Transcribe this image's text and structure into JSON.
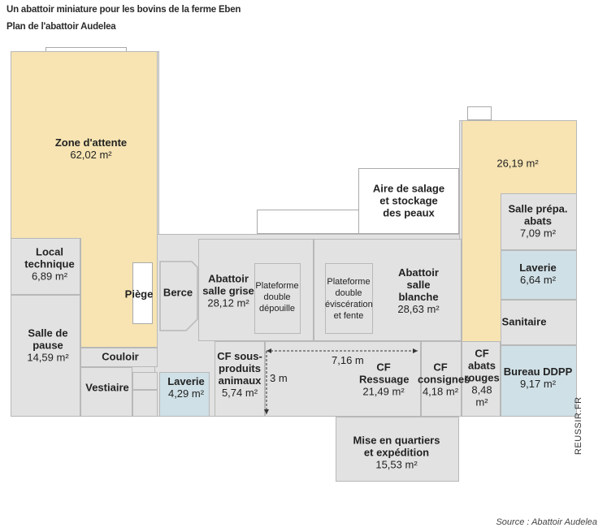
{
  "header": {
    "title": "Un abattoir miniature pour les bovins de la ferme Eben",
    "subtitle": "Plan de l'abattoir Audelea"
  },
  "rooms": {
    "zone_attente": {
      "name": "Zone d'attente",
      "area": "62,02 m²"
    },
    "local_technique": {
      "name": "Local technique",
      "area": "6,89 m²"
    },
    "salle_pause": {
      "name": "Salle de pause",
      "area": "14,59 m²"
    },
    "piege": {
      "name": "Piège"
    },
    "berce": {
      "name": "Berce"
    },
    "couloir": {
      "name": "Couloir"
    },
    "vestiaire": {
      "name": "Vestiaire"
    },
    "laverie1": {
      "name": "Laverie",
      "area": "4,29 m²"
    },
    "salle_grise": {
      "name": "Abattoir salle grise",
      "area": "28,12 m²"
    },
    "plateforme_depouille": {
      "name": "Plateforme double dépouille"
    },
    "plateforme_eviscer": {
      "name": "Plateforme double éviscération et fente"
    },
    "salle_blanche": {
      "name": "Abattoir salle blanche",
      "area": "28,63 m²"
    },
    "aire_salage": {
      "name": "Aire de salage et stockage des peaux"
    },
    "cf_sous_produits": {
      "name": "CF sous-produits animaux",
      "area": "5,74 m²"
    },
    "cf_ressuage": {
      "name": "CF Ressuage",
      "area": "21,49 m²"
    },
    "cf_consignes": {
      "name": "CF consignes",
      "area": "4,18 m²"
    },
    "cf_abats_rouges": {
      "name": "CF abats rouges",
      "area": "8,48 m²"
    },
    "zone_droite": {
      "area": "26,19 m²"
    },
    "salle_prepa_abats": {
      "name": "Salle prépa. abats",
      "area": "7,09 m²"
    },
    "laverie2": {
      "name": "Laverie",
      "area": "6,64 m²"
    },
    "sanitaire": {
      "name": "Sanitaire"
    },
    "bureau_ddpp": {
      "name": "Bureau DDPP",
      "area": "9,17 m²"
    },
    "mise_en_quartiers": {
      "name": "Mise en quartiers et expédition",
      "area": "15,53 m²"
    }
  },
  "dimensions": {
    "width": "7,16 m",
    "height": "3 m"
  },
  "credit": "REUSSIR.FR",
  "source": "Source : Abattoir Audelea",
  "colors": {
    "yellow_zone": "#f7e4b2",
    "blue_zone": "#cfe0e6",
    "grey_zone": "#e2e2e2"
  }
}
